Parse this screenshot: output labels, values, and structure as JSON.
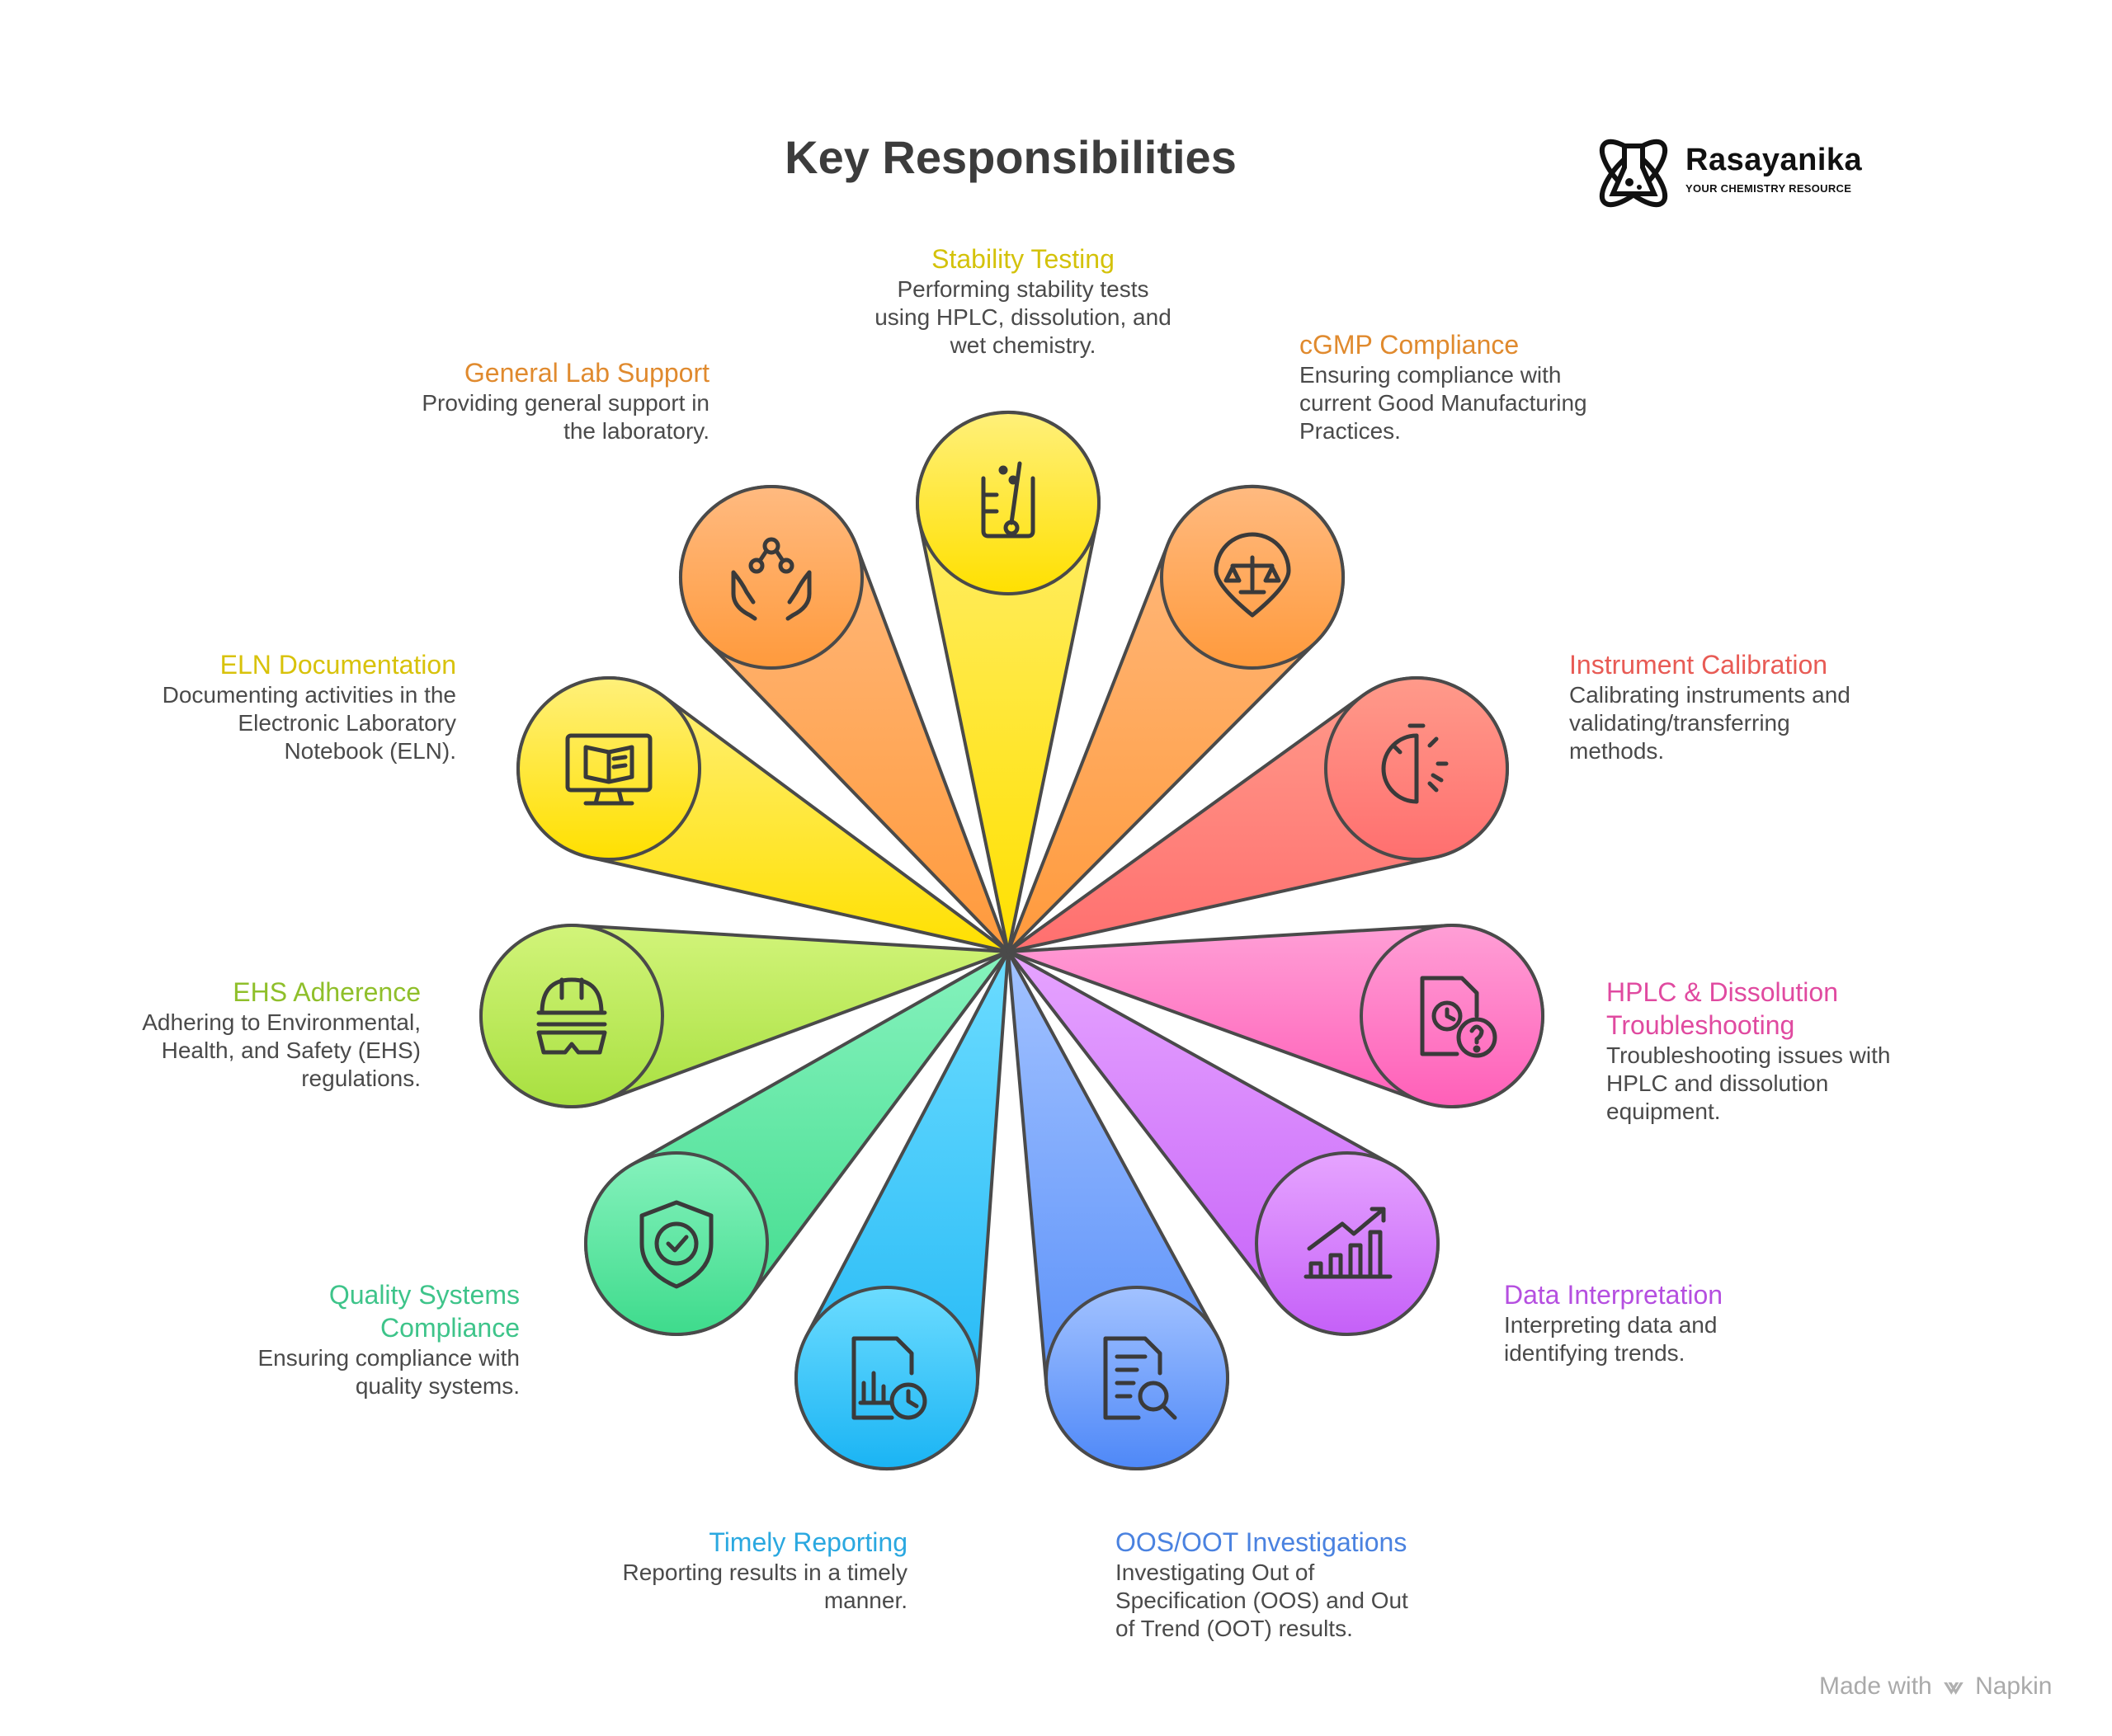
{
  "title": "Key Responsibilities",
  "logo": {
    "name": "Rasayanika",
    "tagline": "YOUR CHEMISTRY RESOURCE"
  },
  "footer": {
    "prefix": "Made with",
    "brand": "Napkin"
  },
  "items": [
    {
      "title": "Stability Testing",
      "desc": [
        "Performing stability tests",
        "using HPLC, dissolution, and",
        "wet chemistry."
      ],
      "color": "#d4c20a",
      "icon": "beaker-icon"
    },
    {
      "title": "cGMP Compliance",
      "desc": [
        "Ensuring compliance with",
        "current Good Manufacturing",
        "Practices."
      ],
      "color": "#e08a2e",
      "icon": "balance-scale-icon"
    },
    {
      "title": "Instrument Calibration",
      "desc": [
        "Calibrating instruments and",
        "validating/transferring",
        "methods."
      ],
      "color": "#e85b55",
      "icon": "stopwatch-icon"
    },
    {
      "title": "HPLC & Dissolution Troubleshooting",
      "title_lines": [
        "HPLC & Dissolution",
        "Troubleshooting"
      ],
      "desc": [
        "Troubleshooting issues with",
        "HPLC and dissolution",
        "equipment."
      ],
      "color": "#e04aa0",
      "icon": "document-question-icon"
    },
    {
      "title": "Data Interpretation",
      "desc": [
        "Interpreting data and",
        "identifying trends."
      ],
      "color": "#b54fe0",
      "icon": "trend-chart-icon"
    },
    {
      "title": "OOS/OOT Investigations",
      "desc": [
        "Investigating Out of",
        "Specification (OOS) and Out",
        "of Trend (OOT) results."
      ],
      "color": "#4a82e0",
      "icon": "document-search-icon"
    },
    {
      "title": "Timely Reporting",
      "desc": [
        "Reporting results in a timely",
        "manner."
      ],
      "color": "#2aa8e0",
      "icon": "report-clock-icon"
    },
    {
      "title": "Quality Systems Compliance",
      "title_lines": [
        "Quality Systems",
        "Compliance"
      ],
      "desc": [
        "Ensuring compliance with",
        "quality systems."
      ],
      "color": "#3ec48a",
      "icon": "shield-check-icon"
    },
    {
      "title": "EHS Adherence",
      "desc": [
        "Adhering to Environmental,",
        "Health, and Safety (EHS)",
        "regulations."
      ],
      "color": "#8fbf2a",
      "icon": "hardhat-goggles-icon"
    },
    {
      "title": "ELN Documentation",
      "desc": [
        "Documenting activities in the",
        "Electronic Laboratory",
        "Notebook (ELN)."
      ],
      "color": "#d8c20a",
      "icon": "computer-book-icon"
    },
    {
      "title": "General Lab Support",
      "desc": [
        "Providing general support in",
        "the laboratory."
      ],
      "color": "#e08a2e",
      "icon": "hands-network-icon"
    }
  ]
}
